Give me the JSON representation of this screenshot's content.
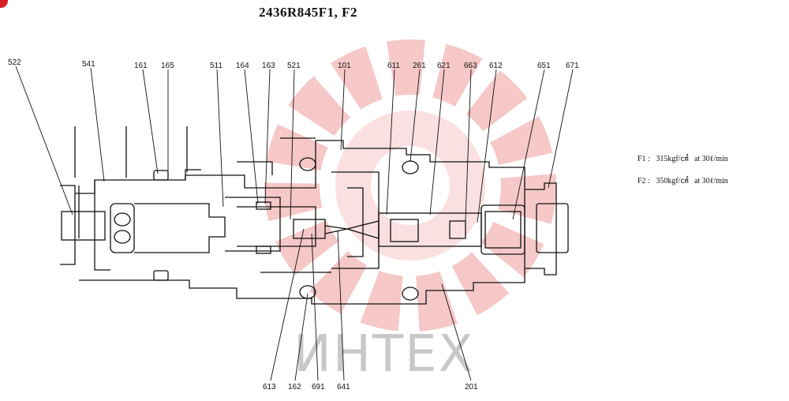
{
  "title": "2436R845F1, F2",
  "watermark": {
    "text": "ИНТЕХ",
    "color": "#f2a9a9"
  },
  "specs": [
    {
      "name": "F1 :",
      "value": "315kgf/㎠",
      "at": "at",
      "flow": "30ℓ/min"
    },
    {
      "name": "F2 :",
      "value": "350kgf/㎠",
      "at": "at",
      "flow": "30ℓ/min"
    }
  ],
  "labels_top": [
    "522",
    "541",
    "161",
    "165",
    "511",
    "164",
    "163",
    "521",
    "101",
    "611",
    "261",
    "621",
    "663",
    "612",
    "651",
    "671"
  ],
  "labels_bottom": [
    "613",
    "162",
    "691",
    "641",
    "201"
  ]
}
